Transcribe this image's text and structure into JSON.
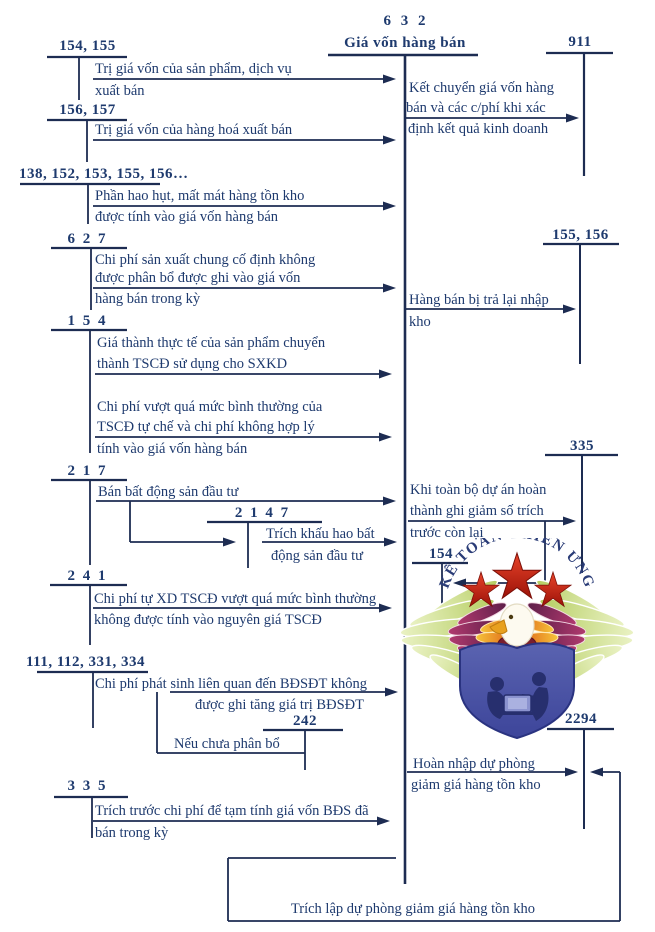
{
  "main_account": {
    "number": "6 3 2",
    "name": "Giá vốn hàng bán"
  },
  "left_accounts": {
    "a154_155": {
      "number": "154, 155",
      "line1": "Trị giá vốn của sản phẩm, dịch vụ",
      "line2": "xuất bán"
    },
    "a156_157": {
      "number": "156, 157",
      "line1": "Trị giá vốn của hàng hoá xuất bán"
    },
    "a138": {
      "number": "138, 152, 153, 155, 156…",
      "line1": "Phần hao hụt, mất mát hàng tồn kho",
      "line2": "được tính vào giá vốn hàng bán"
    },
    "a627": {
      "number": "6 2 7",
      "line1": "Chi phí sản xuất chung cố định không",
      "line2": "được phân bổ được ghi vào giá vốn",
      "line3": "hàng bán trong kỳ"
    },
    "a154": {
      "number": "1 5 4",
      "entry1_line1": "Giá thành thực tế của sản phẩm chuyển",
      "entry1_line2": "thành TSCĐ sử dụng cho SXKD",
      "entry2_line1": "Chi phí vượt quá mức bình thường của",
      "entry2_line2": "TSCĐ tự chế và chi phí không hợp lý",
      "entry2_line3": "tính vào giá vốn hàng bán"
    },
    "a217": {
      "number": "2 1 7",
      "line1": "Bán bất động sản đầu tư"
    },
    "a2147": {
      "number": "2 1 4 7",
      "line1": "Trích khấu hao bất",
      "line2": "động sản đầu tư"
    },
    "a241": {
      "number": "2 4 1",
      "line1": "Chi phí tự XD TSCĐ vượt quá mức bình thường",
      "line2": "không được tính vào nguyên giá TSCĐ"
    },
    "a111": {
      "number": "111, 112, 331, 334",
      "line1": "Chi phí phát sinh liên quan đến BĐSĐT không",
      "line2": "được ghi tăng giá trị BĐSĐT",
      "note": "Nếu chưa phân bổ"
    },
    "a242": {
      "number": "242"
    },
    "a335": {
      "number": "3 3 5",
      "line1": "Trích trước chi phí để tạm tính giá vốn BĐS đã",
      "line2": "bán trong kỳ"
    }
  },
  "right_accounts": {
    "a911": {
      "number": "911",
      "line1": "Kết chuyển giá vốn hàng",
      "line2": "bán và các c/phí khi xác",
      "line3": "định kết quả kinh doanh"
    },
    "a155_156": {
      "number": "155, 156",
      "line1": "Hàng bán bị trả lại nhập",
      "line2": "kho"
    },
    "a335": {
      "number": "335",
      "line1": "Khi toàn bộ dự án hoàn",
      "line2": "thành ghi giảm số trích",
      "line3": "trước còn lại"
    },
    "a154": {
      "number": "154"
    },
    "a2294": {
      "number": "2294",
      "line1": "Hoàn nhập dự phòng",
      "line2": "giảm giá hàng tồn kho"
    }
  },
  "bottom_entry": {
    "text": "Trích lập dự phòng giảm giá hàng tồn kho"
  },
  "logo": {
    "arc_text": "KẾ TOÁN THIÊN ƯNG"
  },
  "colors": {
    "ink": "#1e3a6e",
    "line": "#1d2c52",
    "logo-star": "#d42a1e",
    "logo-shield": "#4a53a3",
    "logo-wing-green": "#cfe08e",
    "logo-wing-purple": "#8a2a5e",
    "logo-wing-orange": "#ec8a2c"
  }
}
